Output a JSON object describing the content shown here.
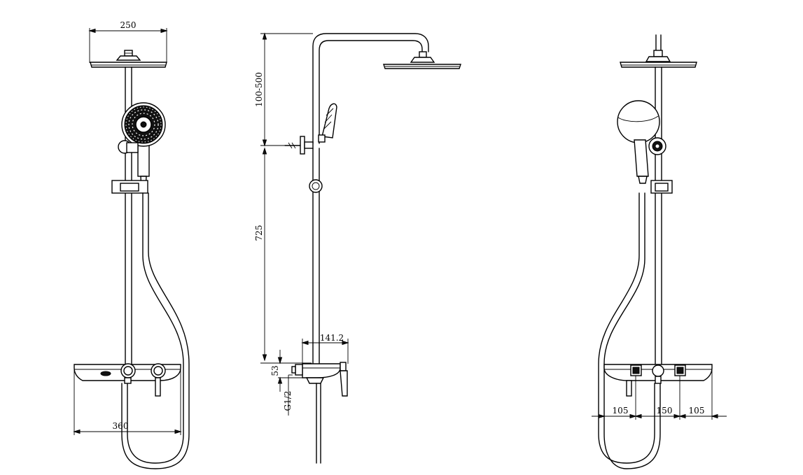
{
  "drawing": {
    "views": [
      "front-view",
      "side-view",
      "back-view"
    ],
    "dimensions": {
      "head_width": "250",
      "height_adjust": "100-500",
      "rail_height": "725",
      "mixer_depth": "141.2",
      "mixer_height": "53",
      "inlet_thread": "G1/2",
      "shelf_width": "360",
      "left_offset": "105",
      "inlet_spacing": "150",
      "right_offset": "105"
    }
  }
}
